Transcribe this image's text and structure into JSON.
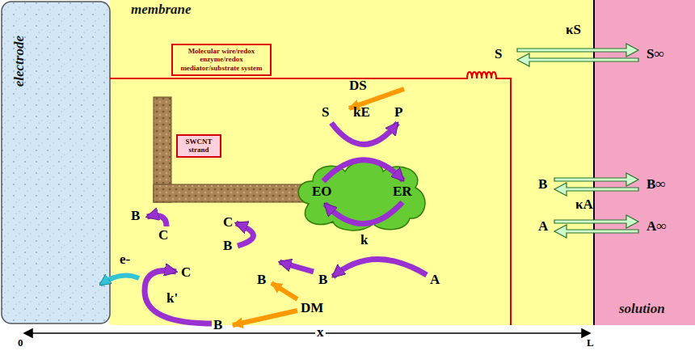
{
  "diagram": {
    "nodes": [
      {
        "text": [
          "electrode"
        ]
      },
      {
        "text": [
          "membrane"
        ]
      },
      {
        "text": [
          "Molecular wire/redox enzyme/redox mediator/substrate system"
        ],
        "in": 1
      },
      {
        "text": [
          "SWCNT strand"
        ],
        "in": 1
      },
      {
        "text": [
          "EO",
          "ER"
        ],
        "in": 1
      },
      {
        "text": [
          "solution"
        ]
      }
    ],
    "labels": [
      "S",
      "DS",
      "S",
      "P",
      "kE",
      "k",
      "B",
      "A",
      "DM",
      "B",
      "C",
      "B",
      "C",
      "B",
      "C",
      "k'",
      "B",
      "e-",
      "κS",
      "S∞",
      "B",
      "B∞",
      "κA",
      "A",
      "A∞",
      "x",
      "0",
      "L"
    ]
  }
}
